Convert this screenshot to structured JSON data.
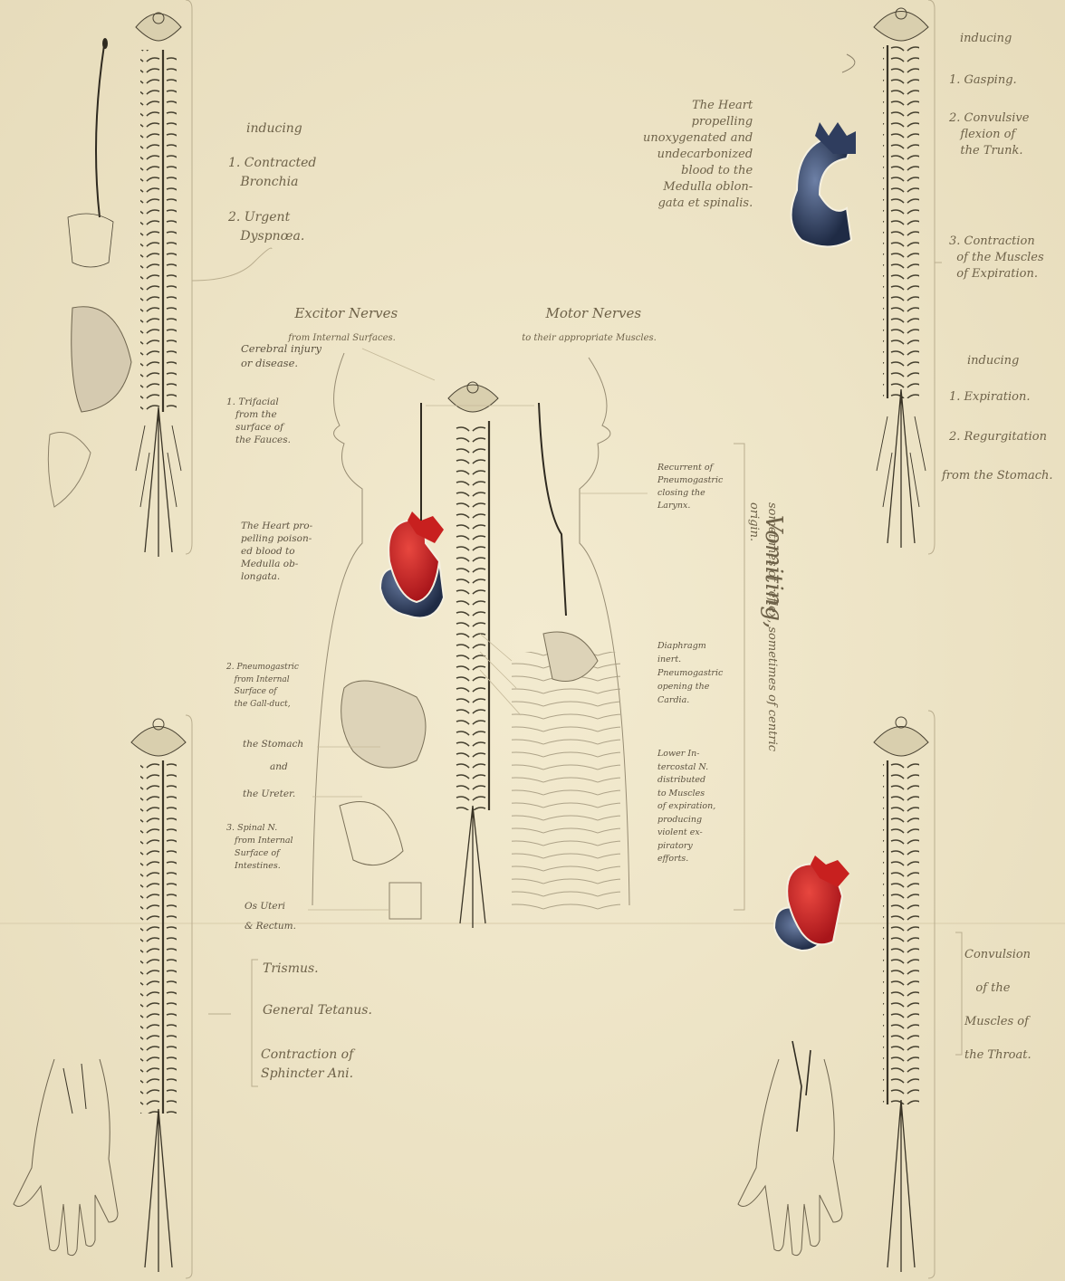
{
  "colors": {
    "paper": "#efe6c8",
    "arterial": "#c8201f",
    "venous": "#2f3d5e",
    "ink": "#3a3226"
  },
  "top_left": {
    "inducing": "inducing",
    "item1": "1. Contracted\n   Bronchia",
    "item2": "2. Urgent\n   Dyspnœa."
  },
  "top_right": {
    "heart_note": "The Heart\npropelling\nunoxygenated and\nundecarbonized\nblood to the\nMedulla oblon-\ngata et spinalis.",
    "inducing": "inducing",
    "item1": "1. Gasping.",
    "item2": "2. Convulsive\n   flexion of\n   the Trunk.",
    "item3": "3. Contraction\n  of the Muscles\n  of Expiration.",
    "inducing2": "inducing",
    "item4": "1. Expiration.",
    "item5": "2. Regurgitation",
    "item6": "from the Stomach."
  },
  "center": {
    "excitor_title": "Excitor Nerves",
    "excitor_sub": "from Internal Surfaces.",
    "motor_title": "Motor Nerves",
    "motor_sub": "to their appropriate Muscles.",
    "left_labels": {
      "cerebral": "Cerebral injury\nor disease.",
      "trifacial": "1. Trifacial\n   from the\n   surface of\n   the Fauces.",
      "heart": "The Heart pro-\npelling poison-\ned blood to\nMedulla ob-\nlongata.",
      "pneumo": "2. Pneumogastric\n   from Internal\n   Surface of\n   the Gall-duct,",
      "stomach": "the Stomach",
      "and": "and",
      "ureter": "the Ureter.",
      "spinal": "3. Spinal N.\n   from Internal\n   Surface of\n   Intestines.",
      "os_uteri": "Os Uteri",
      "rectum": "& Rectum."
    },
    "right_labels": {
      "recurrent": "Recurrent of\nPneumogastric\nclosing the\nLarynx.",
      "diaphragm": "Diaphragm\ninert.\nPneumogastric\nopening the\nCardia.",
      "intercostal": "Lower In-\ntercostal N.\ndistributed\nto Muscles\nof expiration,\nproducing\nviolent ex-\npiratory\nefforts."
    },
    "vertical_title": "Vomiting,",
    "vertical_sub": "sometimes of reflex, sometimes of centric\norigin."
  },
  "bottom_left": {
    "item1": "Trismus.",
    "item2": "General Tetanus.",
    "item3": "Contraction of\nSphincter Ani."
  },
  "bottom_right": {
    "item1": "Convulsion\n   of the\nMuscles of\nthe Throat."
  }
}
